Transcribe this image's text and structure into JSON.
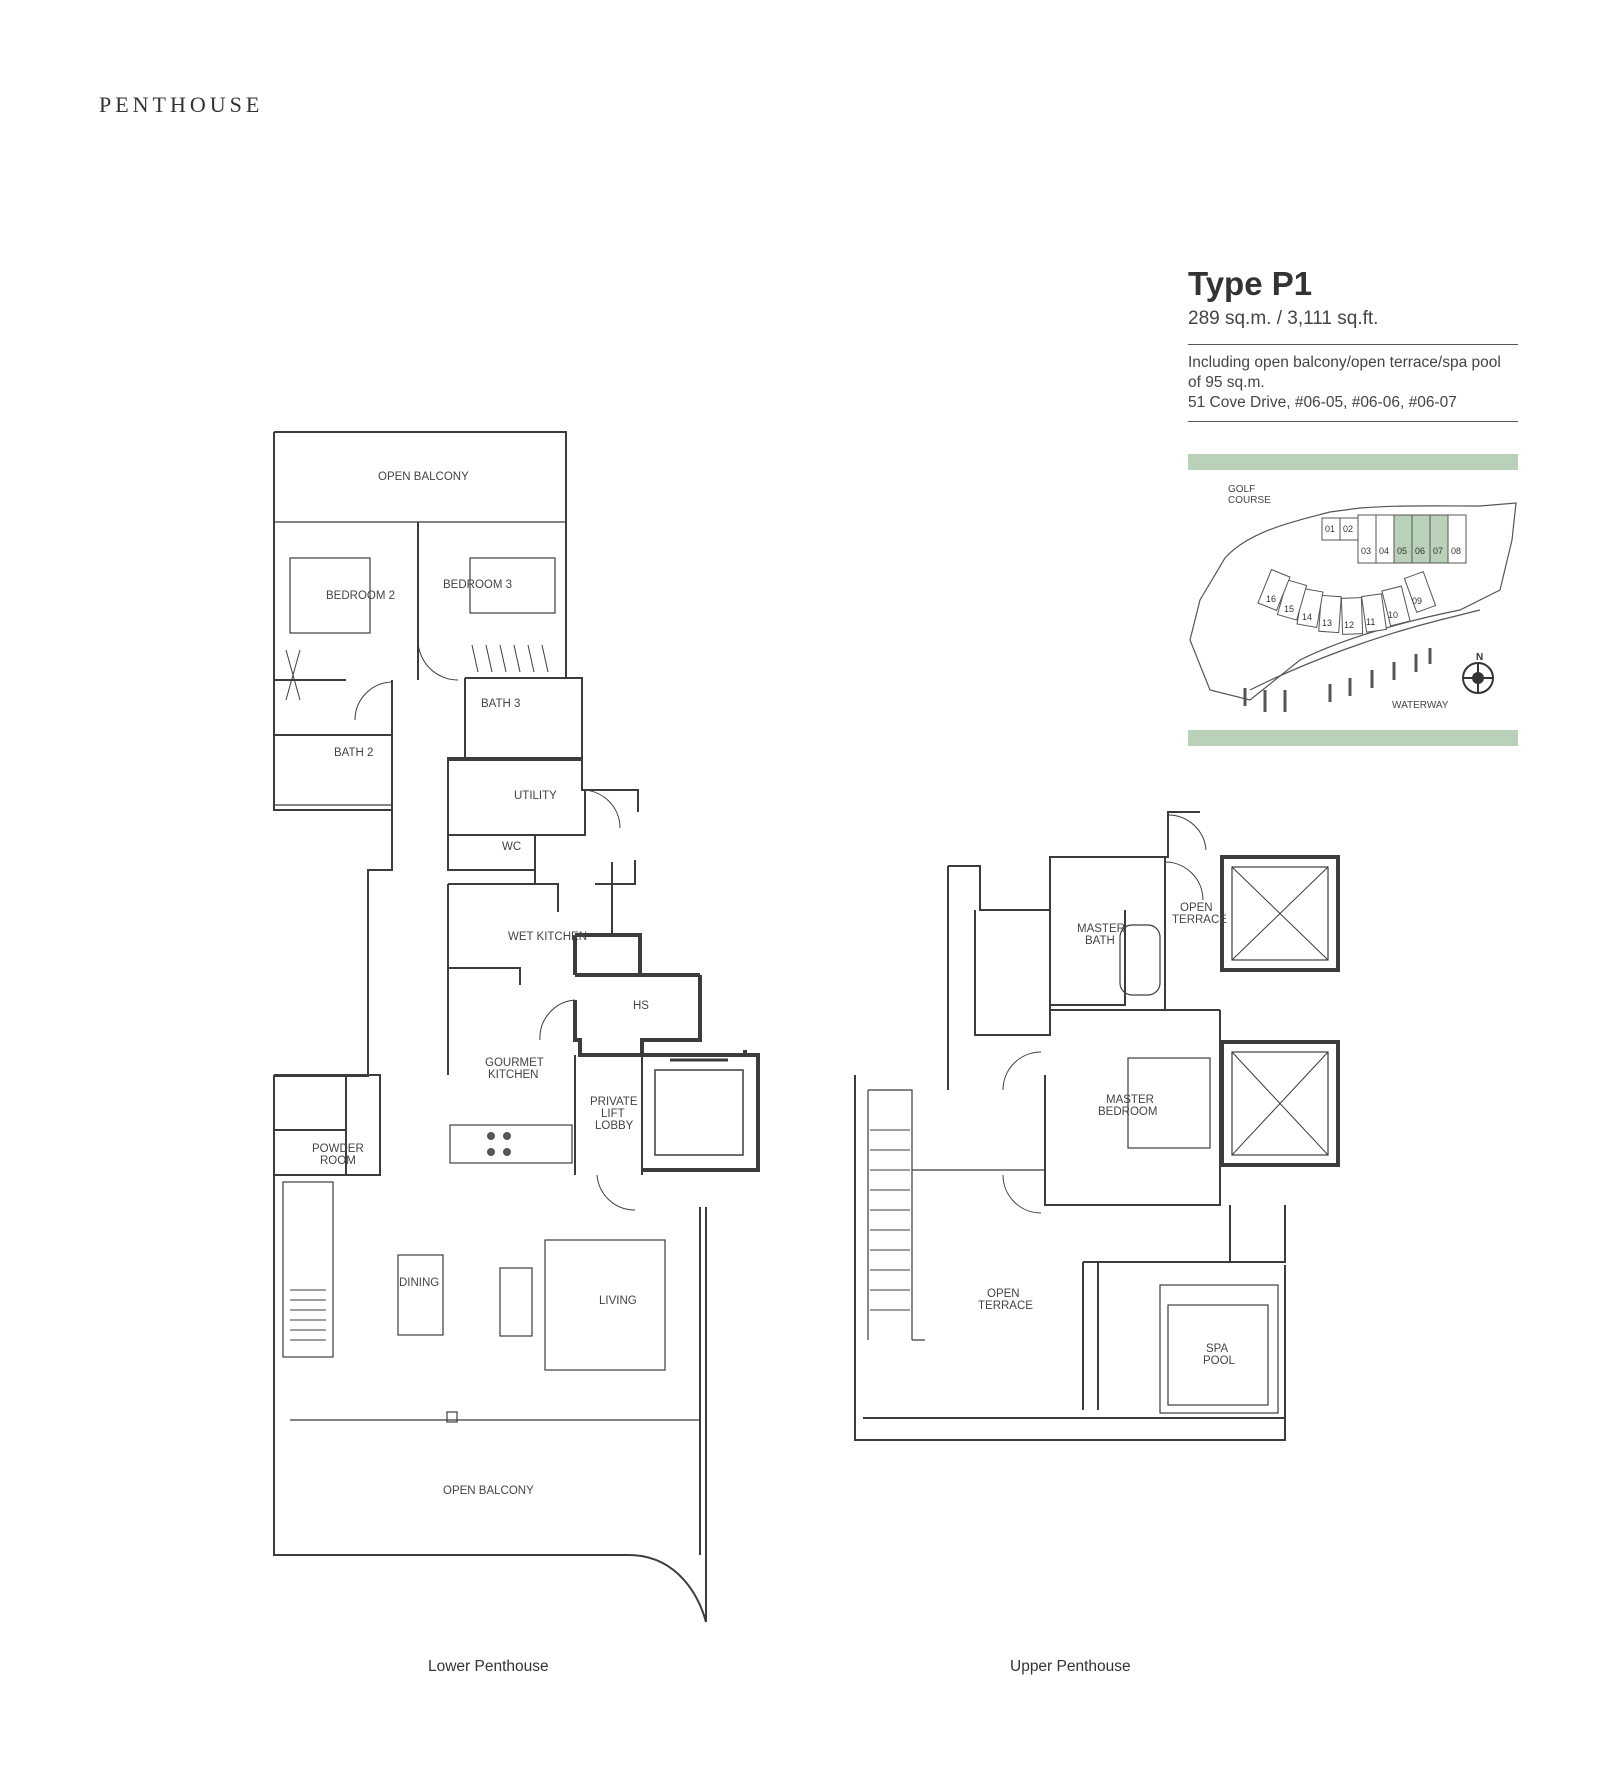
{
  "header": {
    "brand": "PENTHOUSE"
  },
  "unit": {
    "type": "Type P1",
    "area": "289 sq.m. / 3,111 sq.ft.",
    "note_line1": "Including open balcony/open terrace/spa pool",
    "note_line2": "of 95 sq.m.",
    "address": "51 Cove Drive, #06-05, #06-06, #06-07"
  },
  "colors": {
    "accent_green": "#b9d1b9",
    "line": "#3c3c3c",
    "fixture": "#8a8a8a"
  },
  "key_plan": {
    "golf_line1": "GOLF",
    "golf_line2": "COURSE",
    "waterway": "WATERWAY",
    "north": "N",
    "units_top": [
      "01",
      "02",
      "03",
      "04",
      "05",
      "06",
      "07",
      "08"
    ],
    "units_bottom": [
      "09",
      "10",
      "11",
      "12",
      "13",
      "14",
      "15",
      "16"
    ],
    "highlighted_units": [
      "05",
      "06",
      "07"
    ]
  },
  "lower": {
    "caption": "Lower Penthouse",
    "rooms": {
      "open_balcony_top": "OPEN BALCONY",
      "bedroom2": "BEDROOM 2",
      "bedroom3": "BEDROOM 3",
      "bath3": "BATH 3",
      "bath2": "BATH 2",
      "utility": "UTILITY",
      "wc": "WC",
      "wet_kitchen": "WET KITCHEN",
      "hs": "HS",
      "gourmet1": "GOURMET",
      "gourmet2": "KITCHEN",
      "private1": "PRIVATE",
      "private2": "LIFT",
      "private3": "LOBBY",
      "powder1": "POWDER",
      "powder2": "ROOM",
      "dining": "DINING",
      "living": "LIVING",
      "open_balcony_bottom": "OPEN BALCONY"
    }
  },
  "upper": {
    "caption": "Upper Penthouse",
    "rooms": {
      "master_bath1": "MASTER",
      "master_bath2": "BATH",
      "open_terrace_small1": "OPEN",
      "open_terrace_small2": "TERRACE",
      "master_bed1": "MASTER",
      "master_bed2": "BEDROOM",
      "open_terrace1": "OPEN",
      "open_terrace2": "TERRACE",
      "spa1": "SPA",
      "spa2": "POOL"
    }
  }
}
